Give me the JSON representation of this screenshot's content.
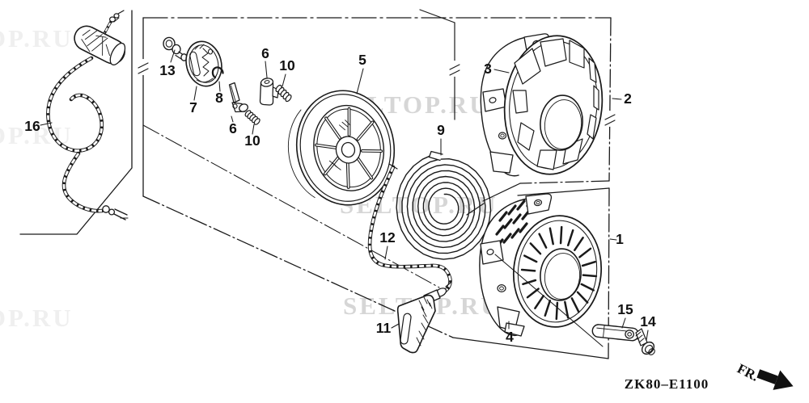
{
  "diagram": {
    "code": "ZK80–E1100",
    "direction_label": "FR.",
    "watermark": "SELTOP.RU",
    "background_color": "#ffffff",
    "line_color": "#1a1a1a",
    "watermark_color": "#c2c2c2"
  },
  "callouts": [
    {
      "id": "16",
      "text": "16"
    },
    {
      "id": "13",
      "text": "13"
    },
    {
      "id": "7",
      "text": "7"
    },
    {
      "id": "8",
      "text": "8"
    },
    {
      "id": "6-upper",
      "text": "6"
    },
    {
      "id": "10-upper",
      "text": "10"
    },
    {
      "id": "6-lower",
      "text": "6"
    },
    {
      "id": "10-lower",
      "text": "10"
    },
    {
      "id": "5",
      "text": "5"
    },
    {
      "id": "9",
      "text": "9"
    },
    {
      "id": "12",
      "text": "12"
    },
    {
      "id": "11",
      "text": "11"
    },
    {
      "id": "3",
      "text": "3"
    },
    {
      "id": "2",
      "text": "2"
    },
    {
      "id": "1",
      "text": "1"
    },
    {
      "id": "4",
      "text": "4"
    },
    {
      "id": "15",
      "text": "15"
    },
    {
      "id": "14",
      "text": "14"
    }
  ]
}
